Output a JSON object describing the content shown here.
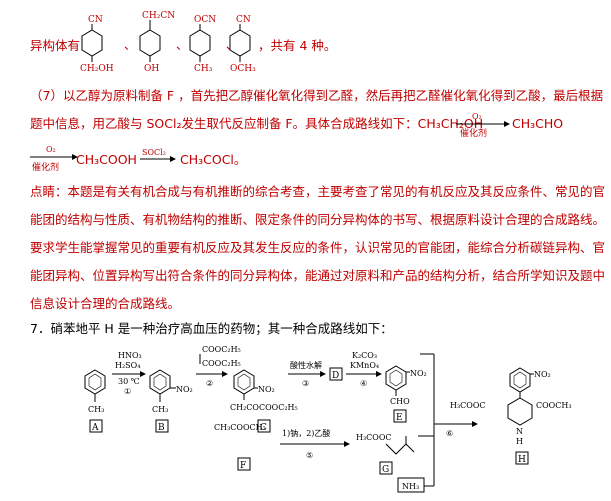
{
  "para1": {
    "prefix": "异构体有",
    "sep": "、",
    "suffix": "，共有 4 种。",
    "isomers": [
      {
        "top": "CN",
        "bottom": "CH₂OH"
      },
      {
        "top": "CH₂CN",
        "bottom": "OH"
      },
      {
        "top": "OCN",
        "bottom": "CH₃"
      },
      {
        "top": "CN",
        "bottom": "OCH₃"
      }
    ]
  },
  "para2": {
    "line1": "（7）以乙醇为原料制备 F ，首先把乙醇催化氧化得到乙醛，然后再把乙醛催化氧化得到乙酸，最后根据",
    "line2": "题中信息，用乙酸与 SOCl₂发生取代反应制备 F。具体合成路线如下：CH₃CH₂OH",
    "line2_end": "CH₃CHO",
    "line3_start": "CH₃COOH",
    "line3_mid": "CH₃COCl。",
    "arrow_o2": "O₂",
    "arrow_cat": "催化剂",
    "arrow_socl2": "SOCl₂"
  },
  "comment": {
    "lines": [
      "点睛：本题是有关有机合成与有机推断的综合考查，主要考查了常见的有机反应及其反应条件、常见的官",
      "能团的结构与性质、有机物结构的推断、限定条件的同分异构体的书写、根据原料设计合理的合成路线。",
      "要求学生能掌握常见的重要有机反应及其发生反应的条件，认识常见的官能团，能综合分析碳链异构、官",
      "能团异构、位置异构写出符合条件的同分异构体，能通过对原料和产品的结构分析，结合所学知识及题中",
      "信息设计合理的合成路线。"
    ]
  },
  "question": {
    "text": "7．硝苯地平 H 是一种治疗高血压的药物；其一种合成路线如下："
  },
  "scheme": {
    "A": {
      "label": "A",
      "sub": "CH₃"
    },
    "step1": {
      "top1": "HNO₃",
      "top2": "H₂SO₄",
      "below": "30 ℃",
      "num": "①"
    },
    "B": {
      "label": "B",
      "sub1": "CH₃",
      "sub2": "NO₂"
    },
    "step2": {
      "r1": "COOC₂H₅",
      "r2": "COOC₂H₅",
      "num": "②"
    },
    "C": {
      "label": "C",
      "sub1": "NO₂",
      "sub2": "CH₂COCOOC₂H₅"
    },
    "step3": {
      "top": "酸性水解",
      "num": "③"
    },
    "D": {
      "label": "D"
    },
    "step4": {
      "top1": "K₂CO₃",
      "top2": "KMnO₄",
      "num": "④"
    },
    "E": {
      "label": "E",
      "sub1": "NO₂",
      "sub2": "CHO"
    },
    "step6": {
      "num": "⑥"
    },
    "H": {
      "label": "H",
      "left": "H₃COOC",
      "right": "COOCH₃",
      "top": "NO₂",
      "nh": "N",
      "h": "H"
    },
    "F": {
      "label": "F",
      "formula": "CH₃COOCH₃"
    },
    "step5": {
      "top": "1)钠，2)乙酸",
      "num": "⑤"
    },
    "G": {
      "label": "G",
      "formula": "H₃COOC"
    },
    "NH3": {
      "label": "NH₃"
    }
  }
}
